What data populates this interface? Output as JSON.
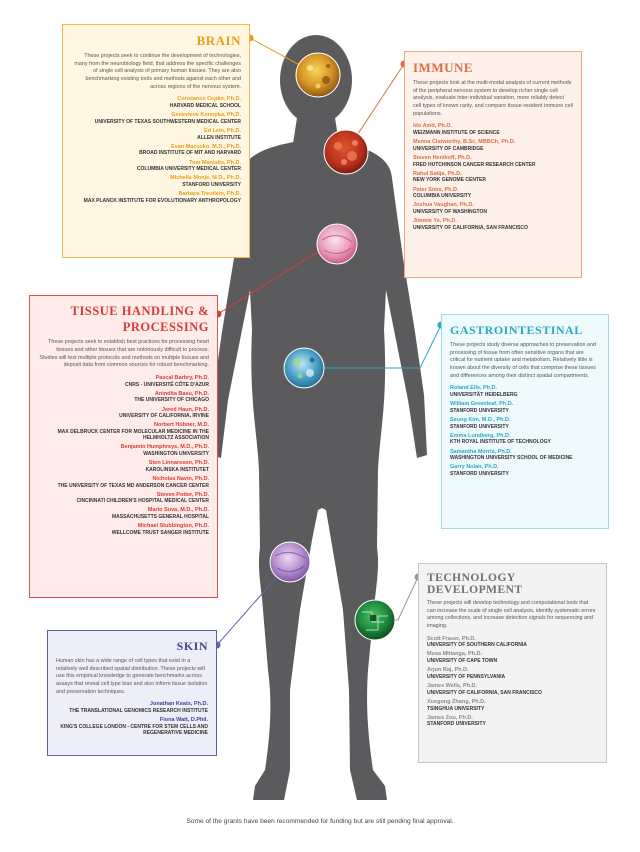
{
  "brain": {
    "title": "BRAIN",
    "description": "These projects seek to continue the development of technologies, many from the neurobiology field, that address the specific challenges of single cell analysis of primary human tissues. They are also benchmarking existing tools and methods against each other and across regions of the nervous system.",
    "people": [
      {
        "name": "Constance Cepko, Ph.D.",
        "inst": "HARVARD MEDICAL SCHOOL"
      },
      {
        "name": "Genevieve Konopka, Ph.D.",
        "inst": "UNIVERSITY OF TEXAS SOUTHWESTERN MEDICAL CENTER"
      },
      {
        "name": "Ed Lein, Ph.D.",
        "inst": "ALLEN INSTITUTE"
      },
      {
        "name": "Evan Macosko, M.D., Ph.D.",
        "inst": "BROAD INSTITUTE OF MIT AND HARVARD"
      },
      {
        "name": "Tom Maniatis, Ph.D.",
        "inst": "COLUMBIA UNIVERSITY MEDICAL CENTER"
      },
      {
        "name": "Michelle Monje, M.D., Ph.D.",
        "inst": "STANFORD UNIVERSITY"
      },
      {
        "name": "Barbara Treutlein, Ph.D.",
        "inst": "MAX PLANCK INSTITUTE FOR EVOLUTIONARY ANTHROPOLOGY"
      }
    ]
  },
  "immune": {
    "title": "IMMUNE",
    "description": "These projects look at the multi-modal analysis of current methods of the peripheral nervous system to develop richer single cell analysis, evaluate inter-individual variation, more reliably detect cell types of known rarity, and compare tissue-resident immune cell populations.",
    "people": [
      {
        "name": "Ido Amit, Ph.D.",
        "inst": "WEIZMANN INSTITUTE OF SCIENCE"
      },
      {
        "name": "Menna Clatworthy, B.Sc, MBBCh, Ph.D.",
        "inst": "UNIVERSITY OF CAMBRIDGE"
      },
      {
        "name": "Steven Henikoff, Ph.D.",
        "inst": "FRED HUTCHINSON CANCER RESEARCH CENTER"
      },
      {
        "name": "Rahul Satija, Ph.D.",
        "inst": "NEW YORK GENOME CENTER"
      },
      {
        "name": "Peter Sims, Ph.D.",
        "inst": "COLUMBIA UNIVERSITY"
      },
      {
        "name": "Joshua Vaughan, Ph.D.",
        "inst": "UNIVERSITY OF WASHINGTON"
      },
      {
        "name": "Jimmie Ye, Ph.D.",
        "inst": "UNIVERSITY OF CALIFORNIA, SAN FRANCISCO"
      }
    ]
  },
  "tissue": {
    "title_line1": "TISSUE HANDLING &",
    "title_line2": "PROCESSING",
    "description": "These projects seek to establish best practices for processing heart tissues and other tissues that are notoriously difficult to process. Studies will test multiple protocols and methods on multiple tissues and deposit data from common sources for robust benchmarking.",
    "people": [
      {
        "name": "Pascal Barbry, Ph.D.",
        "inst": "CNRS - UNIVERSITÉ CÔTE D'AZUR"
      },
      {
        "name": "Anindita Basu, Ph.D.",
        "inst": "THE UNIVERSITY OF CHICAGO"
      },
      {
        "name": "Jered Haun, Ph.D.",
        "inst": "UNIVERSITY OF CALIFORNIA, IRVINE"
      },
      {
        "name": "Norbert Hübner, M.D.",
        "inst": "MAX DELBRUCK CENTER FOR MOLECULAR MEDICINE IN THE HELMHOLTZ ASSOCIATION"
      },
      {
        "name": "Benjamin Humphreys, M.D., Ph.D.",
        "inst": "WASHINGTON UNIVERSITY"
      },
      {
        "name": "Sten Linnarsson, Ph.D.",
        "inst": "KAROLINSKA INSTITUTET"
      },
      {
        "name": "Nicholas Navin, Ph.D.",
        "inst": "THE UNIVERSITY OF TEXAS MD ANDERSON CANCER CENTER"
      },
      {
        "name": "Steven Potter, Ph.D.",
        "inst": "CINCINNATI CHILDREN'S HOSPITAL MEDICAL CENTER"
      },
      {
        "name": "Mario Suva, M.D., Ph.D.",
        "inst": "MASSACHUSETTS GENERAL HOSPITAL"
      },
      {
        "name": "Michael Stubbington, Ph.D.",
        "inst": "WELLCOME TRUST SANGER INSTITUTE"
      }
    ]
  },
  "gastro": {
    "title": "GASTROINTESTINAL",
    "description": "These projects study diverse approaches to preservation and processing of tissue from often sensitive organs that are critical for nutrient uptake and metabolism. Relatively little is known about the diversity of cells that comprise these tissues and differences among their distinct spatial compartments.",
    "people": [
      {
        "name": "Roland Eils, Ph.D.",
        "inst": "UNIVERSITÄT HEIDELBERG"
      },
      {
        "name": "William Greenleaf, Ph.D.",
        "inst": "STANFORD UNIVERSITY"
      },
      {
        "name": "Seung Kim, M.D., Ph.D.",
        "inst": "STANFORD UNIVERSITY"
      },
      {
        "name": "Emma Lundberg, Ph.D.",
        "inst": "KTH ROYAL INSTITUTE OF TECHNOLOGY"
      },
      {
        "name": "Samantha Morris, Ph.D.",
        "inst": "WASHINGTON UNIVERSITY SCHOOL OF MEDICINE"
      },
      {
        "name": "Garry Nolan, Ph.D.",
        "inst": "STANFORD UNIVERSITY"
      }
    ]
  },
  "tech": {
    "title": "TECHNOLOGY DEVELOPMENT",
    "description": "These projects will develop technology and computational tools that can increase the scale of single cell analysis, identify systematic errors among collections, and increase detection signals for sequencing and imaging.",
    "people": [
      {
        "name": "Scott Fraser, Ph.D.",
        "inst": "UNIVERSITY OF SOUTHERN CALIFORNIA"
      },
      {
        "name": "Musa Mhlanga, Ph.D.",
        "inst": "UNIVERSITY OF CAPE TOWN"
      },
      {
        "name": "Arjun Raj, Ph.D.",
        "inst": "UNIVERSITY OF PENNSYLVANIA"
      },
      {
        "name": "James Wells, Ph.D.",
        "inst": "UNIVERSITY OF CALIFORNIA, SAN FRANCISCO"
      },
      {
        "name": "Xuegong Zhang, Ph.D.",
        "inst": "TSINGHUA UNIVERSITY"
      },
      {
        "name": "James Zou, Ph.D.",
        "inst": "STANFORD UNIVERSITY"
      }
    ]
  },
  "skin": {
    "title": "SKIN",
    "description": "Human skin has a wide range of cell types that exist in a relatively well described spatial distribution. These projects will use this empirical knowledge to generate benchmarks across assays that reveal cell type bias and also inform tissue isolation and preservation techniques.",
    "people": [
      {
        "name": "Jonathan Keats, Ph.D.",
        "inst": "THE TRANSLATIONAL GENOMICS RESEARCH INSTITUTE"
      },
      {
        "name": "Fiona Watt, D.Phil.",
        "inst": "KING'S COLLEGE LONDON - CENTRE FOR STEM CELLS AND REGENERATIVE MEDICINE"
      }
    ]
  },
  "footer": "Some of the grants have been recommended for funding but are still pending final approval.",
  "colors": {
    "brain": "#eb9c1b",
    "immune": "#df6c4a",
    "tissue": "#d93a36",
    "gastro": "#2aa8c4",
    "tech": "#8a8a8a",
    "skin": "#3e4493",
    "silhouette": "#5b5b5d"
  }
}
